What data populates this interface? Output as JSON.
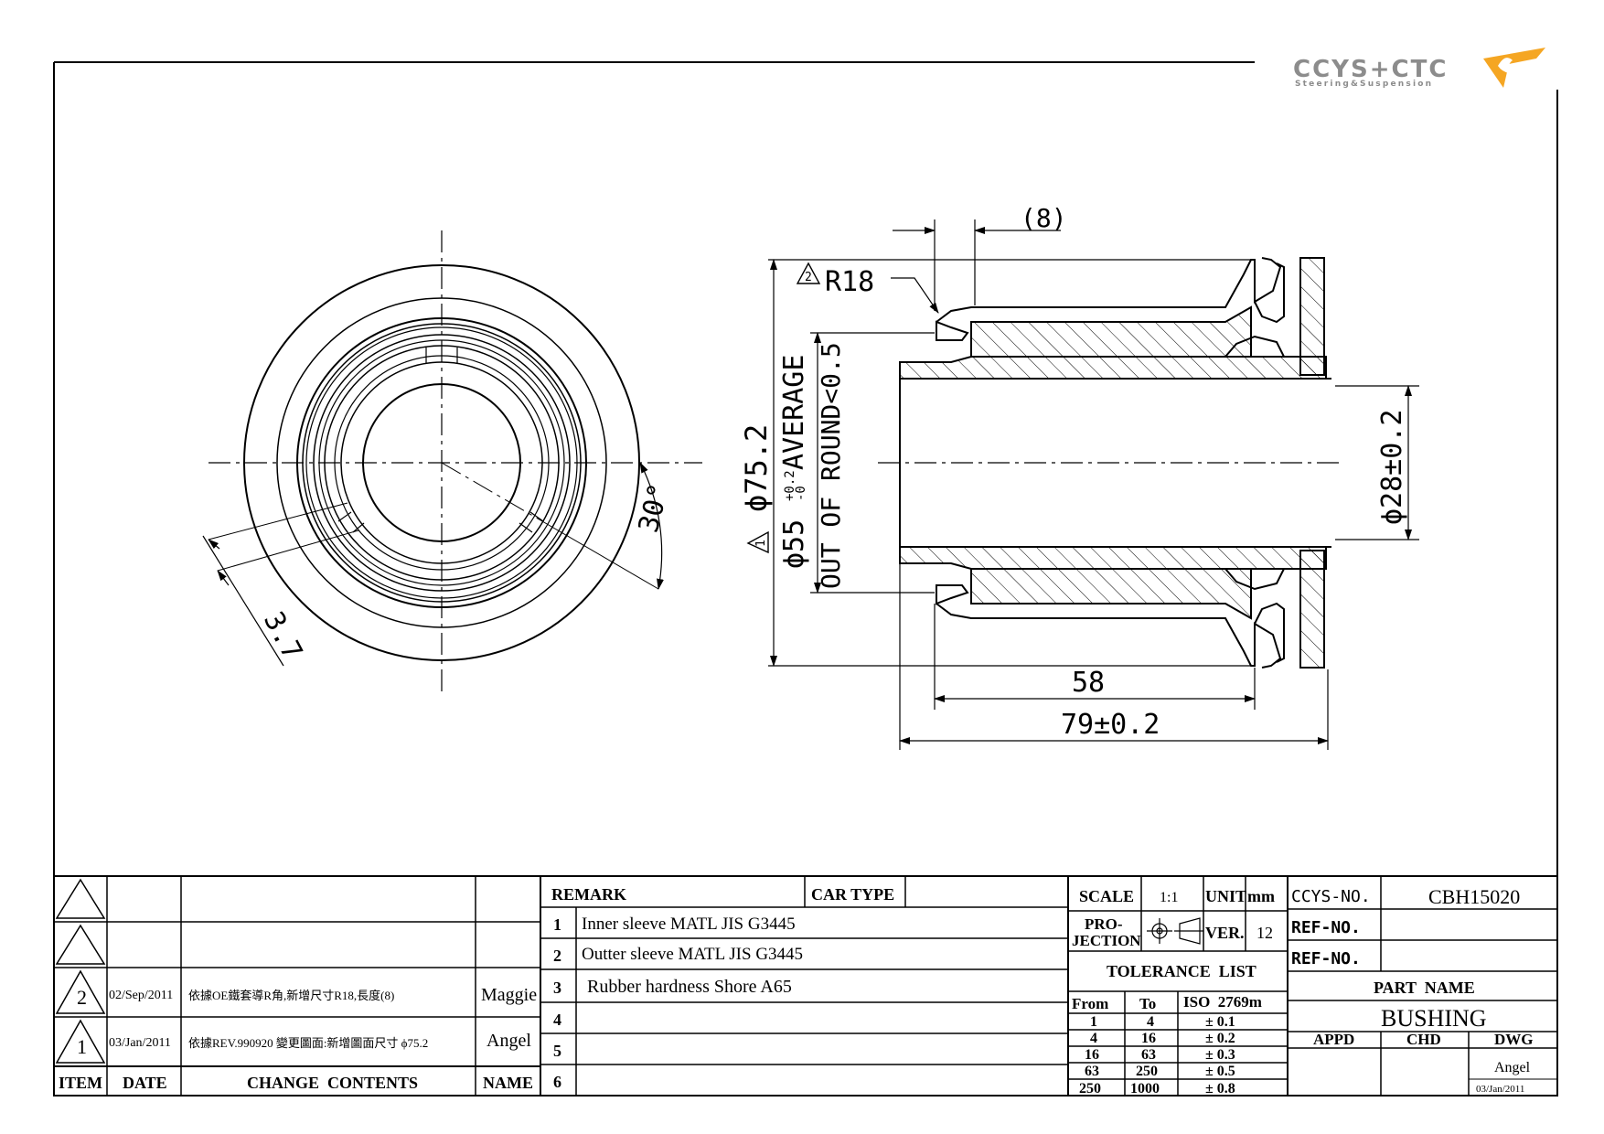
{
  "logo": {
    "brand": "CCYS+CTC",
    "tagline": "Steering&Suspension",
    "accent_color": "#f5a623",
    "text_color": "#8c8c8c"
  },
  "drawing": {
    "front_view": {
      "angle": "30°",
      "slot_width": "3.7"
    },
    "side_view": {
      "radius_note": "R18",
      "radius_marker": "2",
      "flange_gap": "(8)",
      "outer_diameter": "ϕ75.2",
      "outer_marker": "1",
      "sleeve_diameter": "ϕ55",
      "sleeve_tol_upper": "+0.2",
      "sleeve_tol_lower": "-0",
      "average_note": "AVERAGE",
      "round_note": "OUT OF ROUND<0.5",
      "inner_diameter": "ϕ28±0.2",
      "sleeve_length": "58",
      "overall_length": "79±0.2"
    }
  },
  "revision_table": {
    "headers": {
      "item": "ITEM",
      "date": "DATE",
      "contents": "CHANGE  CONTENTS",
      "name": "NAME"
    },
    "rows": [
      {
        "item": "",
        "date": "",
        "contents": "",
        "name": ""
      },
      {
        "item": "",
        "date": "",
        "contents": "",
        "name": ""
      },
      {
        "item": "2",
        "date": "02/Sep/2011",
        "contents": "依據OE鐵套導R角,新增尺寸R18,長度(8)",
        "name": "Maggie"
      },
      {
        "item": "1",
        "date": "03/Jan/2011",
        "contents": "依據REV.990920 變更圖面:新增圖面尺寸 ϕ75.2",
        "name": "Angel"
      }
    ]
  },
  "remarks": {
    "header": "REMARK",
    "car_type_label": "CAR TYPE",
    "car_type_value": "",
    "items": [
      {
        "no": "1",
        "text": "Inner sleeve MATL JIS G3445"
      },
      {
        "no": "2",
        "text": "Outter sleeve MATL JIS G3445"
      },
      {
        "no": "3",
        "text": "Rubber hardness Shore A65"
      },
      {
        "no": "4",
        "text": ""
      },
      {
        "no": "5",
        "text": ""
      },
      {
        "no": "6",
        "text": ""
      }
    ]
  },
  "title_block": {
    "scale_label": "SCALE",
    "scale_value": "1:1",
    "unit_label": "UNIT",
    "unit_value": "mm",
    "ccys_no_label": "CCYS-NO.",
    "ccys_no_value": "CBH15020",
    "projection_label_1": "PRO-",
    "projection_label_2": "JECTION",
    "ver_label": "VER.",
    "ver_value": "12",
    "ref_no_label_1": "REF-NO.",
    "ref_no_value_1": "",
    "ref_no_label_2": "REF-NO.",
    "ref_no_value_2": "",
    "tolerance_title": "TOLERANCE  LIST",
    "tolerance_headers": {
      "from": "From",
      "to": "To",
      "iso": "ISO  2769m"
    },
    "tolerance_rows": [
      {
        "from": "1",
        "to": "4",
        "tol": "± 0.1"
      },
      {
        "from": "4",
        "to": "16",
        "tol": "± 0.2"
      },
      {
        "from": "16",
        "to": "63",
        "tol": "± 0.3"
      },
      {
        "from": "63",
        "to": "250",
        "tol": "± 0.5"
      },
      {
        "from": "250",
        "to": "1000",
        "tol": "± 0.8"
      }
    ],
    "part_name_label": "PART  NAME",
    "part_name_value": "BUSHING",
    "appd_label": "APPD",
    "chd_label": "CHD",
    "dwg_label": "DWG",
    "appd_value": "",
    "chd_value": "",
    "dwg_value": "Angel",
    "dwg_date": "03/Jan/2011"
  }
}
